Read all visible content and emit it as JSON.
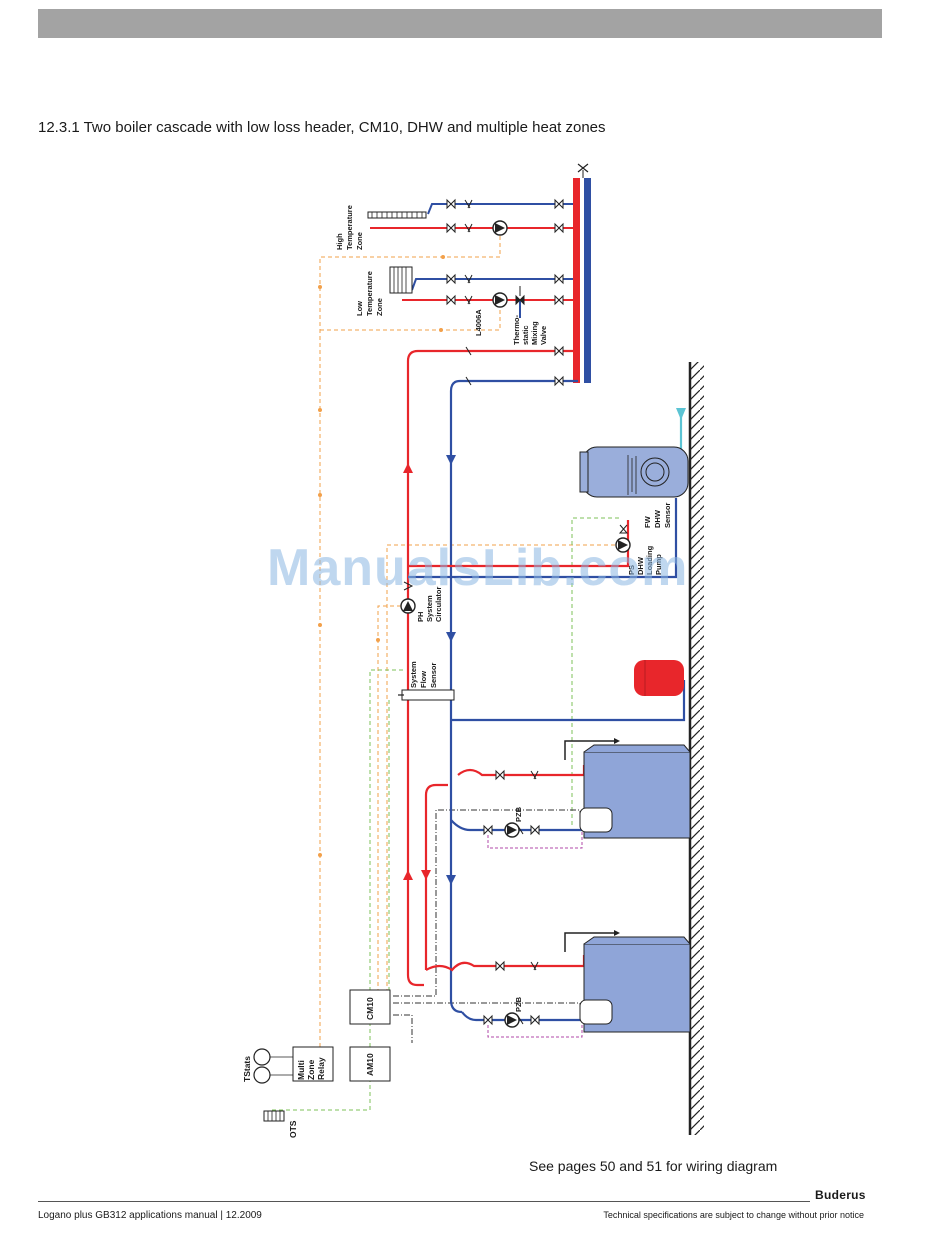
{
  "page": {
    "section_title": "12.3.1 Two boiler cascade with low loss header, CM10, DHW and multiple heat zones",
    "wiring_note": "See pages 50 and 51 for wiring diagram",
    "brand": "Buderus",
    "footer_left": "Logano plus GB312 applications manual | 12.2009",
    "footer_right": "Technical specifications are subject to change without prior notice",
    "watermark": "ManualsLib.com"
  },
  "diagram": {
    "zones": {
      "high": [
        "High",
        "Temperature",
        "Zone"
      ],
      "low": [
        "Low",
        "Temperature",
        "Zone"
      ]
    },
    "l4006a": "L4006A",
    "mixing_valve": [
      "Thermo-",
      "static",
      "Mixing",
      "Valve"
    ],
    "system_circulator": [
      "PH",
      "System",
      "Circulator"
    ],
    "system_flow_sensor": [
      "System",
      "Flow",
      "Sensor"
    ],
    "dhw_sensor": [
      "FW",
      "DHW",
      "Sensor"
    ],
    "loading_pump": [
      "PS",
      "DHW",
      "Loading",
      "Pump"
    ],
    "boiler_pump": "PZB",
    "cm10": "CM10",
    "am10": "AM10",
    "multi_zone_relay": [
      "Multi",
      "Zone",
      "Relay"
    ],
    "tstats": "TStats",
    "ots": "OTS"
  },
  "colors": {
    "supply": "#e8262b",
    "return": "#2f4fa3",
    "boiler": "#8fa5d8",
    "tank": "#9aaedb",
    "expansion": "#e8262b",
    "control_orange": "#f2a04a",
    "control_green": "#7cc25a",
    "purple_dashed": "#b04aa8",
    "cold_water": "#5cc4d4"
  }
}
